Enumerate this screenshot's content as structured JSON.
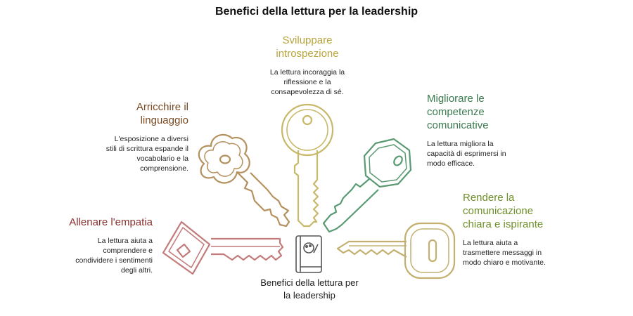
{
  "title": "Benefici della lettura per la leadership",
  "center": {
    "label": "Benefici della lettura per la leadership",
    "icon": "book-icon"
  },
  "items": [
    {
      "heading": "Sviluppare introspezione",
      "text": "La lettura incoraggia la riflessione e la consapevolezza di sé.",
      "color": "#b8a43c"
    },
    {
      "heading": "Arricchire il linguaggio",
      "text": "L'esposizione a diversi stili di scrittura espande il vocabolario e la comprensione.",
      "color": "#7a4a22"
    },
    {
      "heading": "Migliorare le competenze comunicative",
      "text": "La lettura migliora la capacità di esprimersi in modo efficace.",
      "color": "#3a7a4e"
    },
    {
      "heading": "Allenare l'empatia",
      "text": "La lettura aiuta a comprendere e condividere i sentimenti degli altri.",
      "color": "#8a2f2f"
    },
    {
      "heading": "Rendere la comunicazione chiara e ispirante",
      "text": "La lettura aiuta a trasmettere messaggi in modo chiaro e motivante.",
      "color": "#6f8f2a"
    }
  ]
}
